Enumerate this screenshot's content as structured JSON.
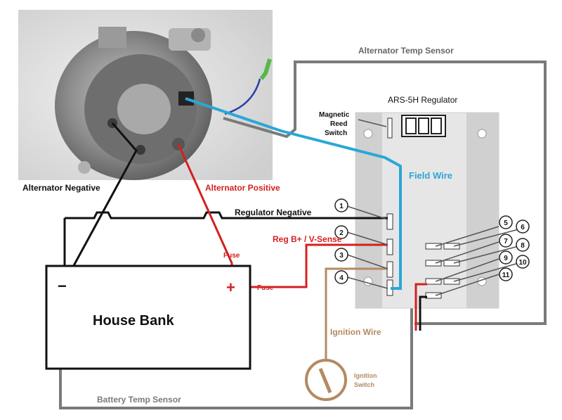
{
  "labels": {
    "alternator_temp_sensor": "Alternator Temp Sensor",
    "regulator_title": "ARS-5H Regulator",
    "magnetic_reed_switch_1": "Magnetic",
    "magnetic_reed_switch_2": "Reed",
    "magnetic_reed_switch_3": "Switch",
    "field_wire": "Field Wire",
    "alternator_negative": "Alternator Negative",
    "alternator_positive": "Alternator Positive",
    "regulator_negative": "Regulator Negative",
    "reg_bplus_vsense": "Reg B+ / V-Sense",
    "fuse_top": "Fuse",
    "fuse_side": "Fuse",
    "house_bank": "House Bank",
    "ignition_wire": "Ignition Wire",
    "ignition_switch_1": "Ignition",
    "ignition_switch_2": "Switch",
    "battery_temp_sensor": "Battery Temp Sensor",
    "battery_plus": "+",
    "battery_minus": "−"
  },
  "terminals": [
    "1",
    "2",
    "3",
    "4",
    "5",
    "6",
    "7",
    "8",
    "9",
    "10",
    "11"
  ],
  "display_digits": [
    "",
    "",
    ""
  ],
  "colors": {
    "gray_wire": "#7a7a7a",
    "field_wire": "#2aa7d8",
    "positive_red": "#d42020",
    "ignition_tan": "#b48a62",
    "black": "#111111",
    "regulator_body": "#e6e6e6"
  }
}
